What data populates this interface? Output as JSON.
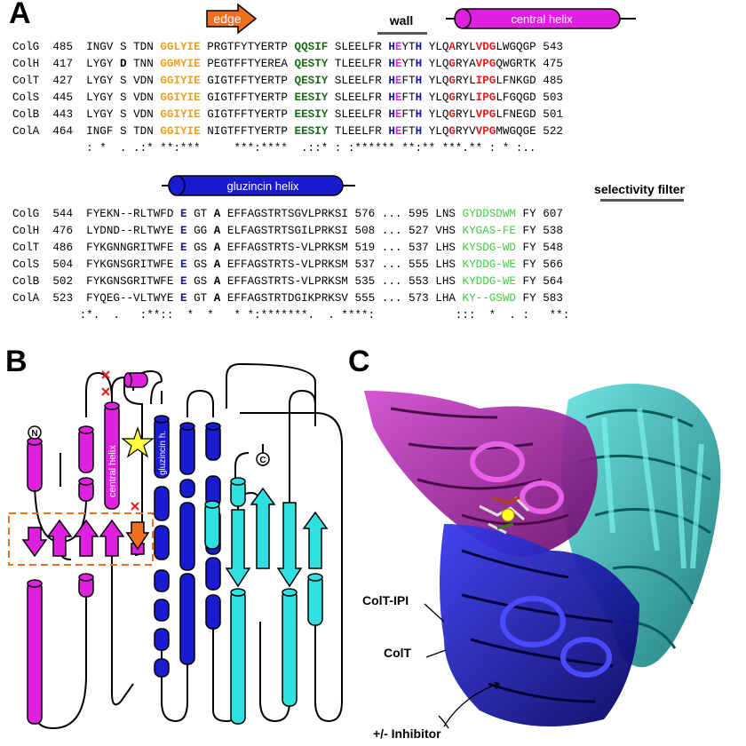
{
  "panels": {
    "a": "A",
    "b": "B",
    "c": "C"
  },
  "features": {
    "edge": "edge",
    "wall": "wall",
    "central_helix": "central helix",
    "gluzincin_helix": "gluzincin helix",
    "selectivity_filter": "selectivity filter"
  },
  "alignment_top": {
    "rows": [
      {
        "name": "ColG",
        "start": "485",
        "a": "INGV",
        "b": "S",
        "c": "TDN",
        "edge": "GGLYIE",
        "d": "PRGTFYTYERTP",
        "wall": "QQSIF",
        "e": "SLEELFR",
        "h1": "H",
        "m1": "E",
        "f": "YT",
        "h2": "H",
        "g": "YLQ",
        "r1": "A",
        "i": "RYL",
        "r2": "V",
        "r3": "D",
        "r4": "G",
        "j": "LWGQGP",
        "end": "543"
      },
      {
        "name": "ColH",
        "start": "417",
        "a": "LYGY",
        "b": "D",
        "c": "TNN",
        "edge": "GGMYIE",
        "d": "PEGTFFTYEREA",
        "wall": "QESTY",
        "e": "TLEELFR",
        "h1": "H",
        "m1": "E",
        "f": "YT",
        "h2": "H",
        "g": "YLQ",
        "r1": "G",
        "i": "RYA",
        "r2": "V",
        "r3": "P",
        "r4": "G",
        "j": "QWGRTK",
        "end": "475"
      },
      {
        "name": "ColT",
        "start": "427",
        "a": "LYGY",
        "b": "S",
        "c": "VDN",
        "edge": "GGIYIE",
        "d": "GIGTFFTYERTP",
        "wall": "QESIY",
        "e": "SLEELFR",
        "h1": "H",
        "m1": "E",
        "f": "FT",
        "h2": "H",
        "g": "YLQ",
        "r1": "G",
        "i": "RYL",
        "r2": "I",
        "r3": "P",
        "r4": "G",
        "j": "LFNKGD",
        "end": "485"
      },
      {
        "name": "ColS",
        "start": "445",
        "a": "LYGY",
        "b": "S",
        "c": "VDN",
        "edge": "GGIYIE",
        "d": "GIGTFFTYERTP",
        "wall": "EESIY",
        "e": "SLEELFR",
        "h1": "H",
        "m1": "E",
        "f": "FT",
        "h2": "H",
        "g": "YLQ",
        "r1": "G",
        "i": "RYL",
        "r2": "I",
        "r3": "P",
        "r4": "G",
        "j": "LFGQGD",
        "end": "503"
      },
      {
        "name": "ColB",
        "start": "443",
        "a": "LYGY",
        "b": "S",
        "c": "VDN",
        "edge": "GGIYIE",
        "d": "GIGTFFTYERTP",
        "wall": "EESIY",
        "e": "SLEELFR",
        "h1": "H",
        "m1": "E",
        "f": "FT",
        "h2": "H",
        "g": "YLQ",
        "r1": "G",
        "i": "RYL",
        "r2": "V",
        "r3": "P",
        "r4": "G",
        "j": "LFNEGD",
        "end": "501"
      },
      {
        "name": "ColA",
        "start": "464",
        "a": "INGF",
        "b": "S",
        "c": "TDN",
        "edge": "GGIYIE",
        "d": "NIGTFFTYERTP",
        "wall": "EESIY",
        "e": "TLEELFR",
        "h1": "H",
        "m1": "E",
        "f": "FT",
        "h2": "H",
        "g": "YLQ",
        "r1": "G",
        "i": "RYV",
        "r2": "V",
        "r3": "P",
        "r4": "G",
        "j": "MWGQGE",
        "end": "522"
      }
    ],
    "consensus": "           : *  . .:* **:***     ***:****  .::* : :****** **:** ***.** : * :.."
  },
  "alignment_bottom": {
    "rows": [
      {
        "name": "ColG",
        "start": "544",
        "a": "FYEKN--RLTWFD",
        "e": "E",
        "b": "GT",
        "x": "A",
        "c": "EFFAGSTRTSGVLPRKSI",
        "mid": "576",
        "p2": "595",
        "d": "LNS",
        "sf": "GYDDSDWM",
        "f": "FY",
        "end": "607"
      },
      {
        "name": "ColH",
        "start": "476",
        "a": "LYDND--RLTWYE",
        "e": "E",
        "b": "GG",
        "x": "A",
        "c": "ELFAGSTRTSGILPRKSI",
        "mid": "508",
        "p2": "527",
        "d": "VHS",
        "sf": "KYGAS-FE",
        "f": "FY",
        "end": "538"
      },
      {
        "name": "ColT",
        "start": "486",
        "a": "FYKGNNGRITWFE",
        "e": "E",
        "b": "GS",
        "x": "A",
        "c": "EFFAGSTRTS-VLPRKSM",
        "mid": "519",
        "p2": "537",
        "d": "LHS",
        "sf": "KYSDG-WD",
        "f": "FY",
        "end": "548"
      },
      {
        "name": "ColS",
        "start": "504",
        "a": "FYKGNSGRITWFE",
        "e": "E",
        "b": "GS",
        "x": "A",
        "c": "EFFAGSTRTS-VLPRKSM",
        "mid": "537",
        "p2": "555",
        "d": "LHS",
        "sf": "KYDDG-WE",
        "f": "FY",
        "end": "566"
      },
      {
        "name": "ColB",
        "start": "502",
        "a": "FYKGNSGRITWFE",
        "e": "E",
        "b": "GS",
        "x": "A",
        "c": "EFFAGSTRTS-VLPRKSM",
        "mid": "535",
        "p2": "553",
        "d": "LHS",
        "sf": "KYDDG-WE",
        "f": "FY",
        "end": "564"
      },
      {
        "name": "ColA",
        "start": "523",
        "a": "FYQEG--VLTWYE",
        "e": "E",
        "b": "GT",
        "x": "A",
        "c": "EFFAGSTRTDGIKPRKSV",
        "mid": "555",
        "p2": "573",
        "d": "LHA",
        "sf": "KY--GSWD",
        "f": "FY",
        "end": "583"
      }
    ],
    "ellipsis": "...",
    "consensus": "          :*.  .   :**::  *  *   * *:*******.  . ****:            :::  *  . :   **:"
  },
  "topology": {
    "n_term": "N",
    "c_term": "C",
    "central_helix_label": "central helix",
    "gluzincin_label": "gluzincin h."
  },
  "structure": {
    "label_ipi": "ColT-IPI",
    "label_colt": "ColT",
    "label_inhibitor": "+/- Inhibitor"
  },
  "colors": {
    "magenta": "#e020e0",
    "blue": "#1a1ad0",
    "cyan": "#30e0e0",
    "orange": "#f07020",
    "star": "#ffff40",
    "edge_text": "#f0a020",
    "wall_text": "#1c6b1c",
    "red_text": "#e02020",
    "navy_text": "#1a1a8c",
    "filter_text": "#44cc44"
  }
}
